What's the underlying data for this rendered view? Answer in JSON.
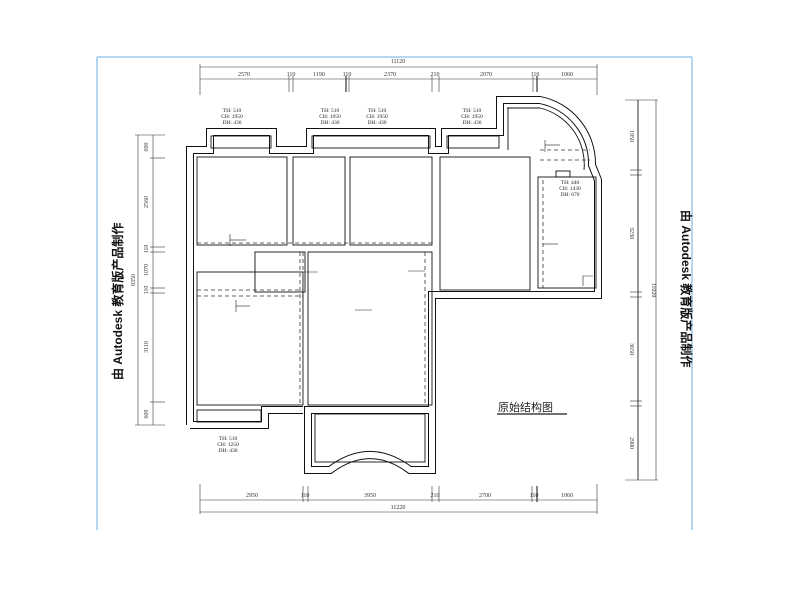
{
  "drawing": {
    "title": "原始结构图",
    "watermark_left": "由 Autodesk 教育版产品制作",
    "watermark_right": "由 Autodesk 教育版产品制作"
  },
  "dimensions": {
    "top_total": "11120",
    "top_segments": [
      "2570",
      "110",
      "1190",
      "110",
      "2370",
      "210",
      "2070",
      "110",
      "1060"
    ],
    "bottom_total": "11220",
    "bottom_segments": [
      "2950",
      "110",
      "3950",
      "210",
      "2700",
      "110",
      "1060"
    ],
    "left_total": "8350",
    "left_segments": [
      "690",
      "2560",
      "110",
      "1070",
      "110",
      "3110",
      "600"
    ],
    "right_total": "11020",
    "right_segments": [
      "1950",
      "3230",
      "3650",
      "2900"
    ]
  },
  "window_notes": [
    {
      "th": "TH: 510",
      "ch": "CH: 1950",
      "dh": "DH: 430"
    },
    {
      "th": "TH: 510",
      "ch": "CH: 1950",
      "dh": "DH: 430"
    },
    {
      "th": "TH: 510",
      "ch": "CH: 1950",
      "dh": "DH: 430"
    },
    {
      "th": "TH: 510",
      "ch": "CH: 1950",
      "dh": "DH: 430"
    },
    {
      "th": "TH: 440",
      "ch": "CH: 1430",
      "dh": "DH: 670"
    },
    {
      "th": "TH: 510",
      "ch": "CH: 1250",
      "dh": "DH: 430"
    }
  ],
  "colors": {
    "frame": "#9cc8ea",
    "line": "#111111"
  }
}
